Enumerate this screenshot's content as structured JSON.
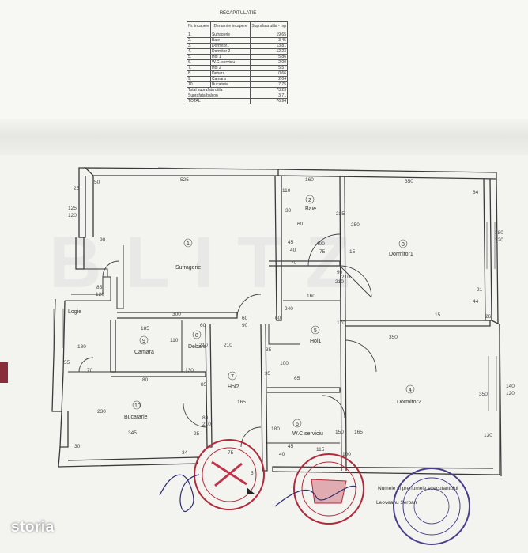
{
  "recap": {
    "title": "RECAPITULATIE",
    "headers": [
      "Nr. incapere",
      "Denumire incapere",
      "Suprafata utila - mp"
    ],
    "rows": [
      [
        "1.",
        "Sufragerie",
        "19.65"
      ],
      [
        "2.",
        "Baie",
        "3.45"
      ],
      [
        "3.",
        "Dormitor1",
        "13.81"
      ],
      [
        "4.",
        "Dormitor 2",
        "12.23"
      ],
      [
        "5.",
        "Hol 1",
        "5.86"
      ],
      [
        "6.",
        "W.C. serviciu",
        "2.09"
      ],
      [
        "7.",
        "Hol 2",
        "5.57"
      ],
      [
        "8.",
        "Debara",
        "0.66"
      ],
      [
        "9.",
        "Camara",
        "2.04"
      ],
      [
        "10.",
        "Bucatarie",
        "7.75"
      ]
    ],
    "total_utila_label": "Total suprafata utila",
    "total_utila": "73.23",
    "balcon_label": "Suprafata balcon",
    "balcon": "3.71",
    "total_label": "TOTAL",
    "total": "76.94"
  },
  "plan": {
    "rooms": [
      {
        "n": "1",
        "name": "Sufragerie"
      },
      {
        "n": "2",
        "name": "Baie"
      },
      {
        "n": "3",
        "name": "Dormitor1"
      },
      {
        "n": "4",
        "name": "Dormitor2"
      },
      {
        "n": "5",
        "name": "Hol1"
      },
      {
        "n": "6",
        "name": "W.C.serviciu"
      },
      {
        "n": "7",
        "name": "Hol2"
      },
      {
        "n": "8",
        "name": "Debara"
      },
      {
        "n": "9",
        "name": "Camara"
      },
      {
        "n": "10",
        "name": "Bucatarie"
      }
    ],
    "loggia": "Logie",
    "dims": [
      "525",
      "160",
      "350",
      "25",
      "50",
      "125",
      "120",
      "110",
      "30",
      "60",
      "235",
      "250",
      "84",
      "180",
      "120",
      "90",
      "45",
      "40",
      "75",
      "15",
      "400",
      "85",
      "120",
      "70",
      "210",
      "90",
      "210",
      "160",
      "240",
      "60",
      "21",
      "44",
      "26",
      "15",
      "300",
      "185",
      "110",
      "60",
      "210",
      "60",
      "90",
      "210",
      "130",
      "35",
      "100",
      "55",
      "170",
      "350",
      "140",
      "120",
      "70",
      "80",
      "130",
      "85",
      "65",
      "165",
      "80",
      "210",
      "345",
      "230",
      "30",
      "180",
      "150",
      "165",
      "130",
      "350",
      "45",
      "25",
      "115",
      "34",
      "75",
      "40",
      "100",
      "5",
      "35"
    ]
  },
  "watermark": "BLITZ",
  "executant_label": "Numele si prenumele executantului",
  "executant_name": "Leoveanu Serban",
  "logo": "storia"
}
